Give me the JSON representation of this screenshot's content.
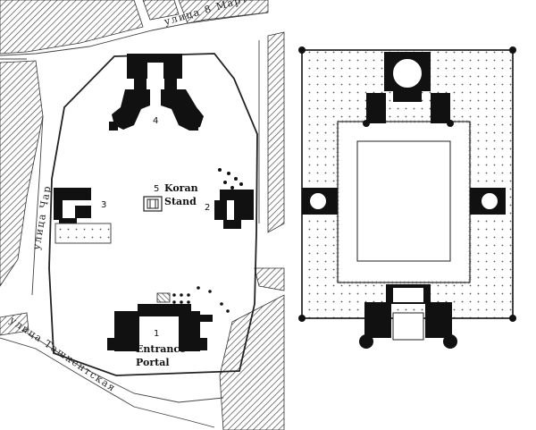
{
  "site_plan": {
    "streets": {
      "north": "улица 8 Марта",
      "west": "улица Чар",
      "south": "улица Ташкентская"
    },
    "buildings": [
      {
        "number": "1",
        "label_line1": "Entrance",
        "label_line2": "Portal"
      },
      {
        "number": "2"
      },
      {
        "number": "3"
      },
      {
        "number": "4"
      },
      {
        "number": "5",
        "label_line1": "Koran",
        "label_line2": "Stand"
      }
    ]
  },
  "mosque_plan": {}
}
